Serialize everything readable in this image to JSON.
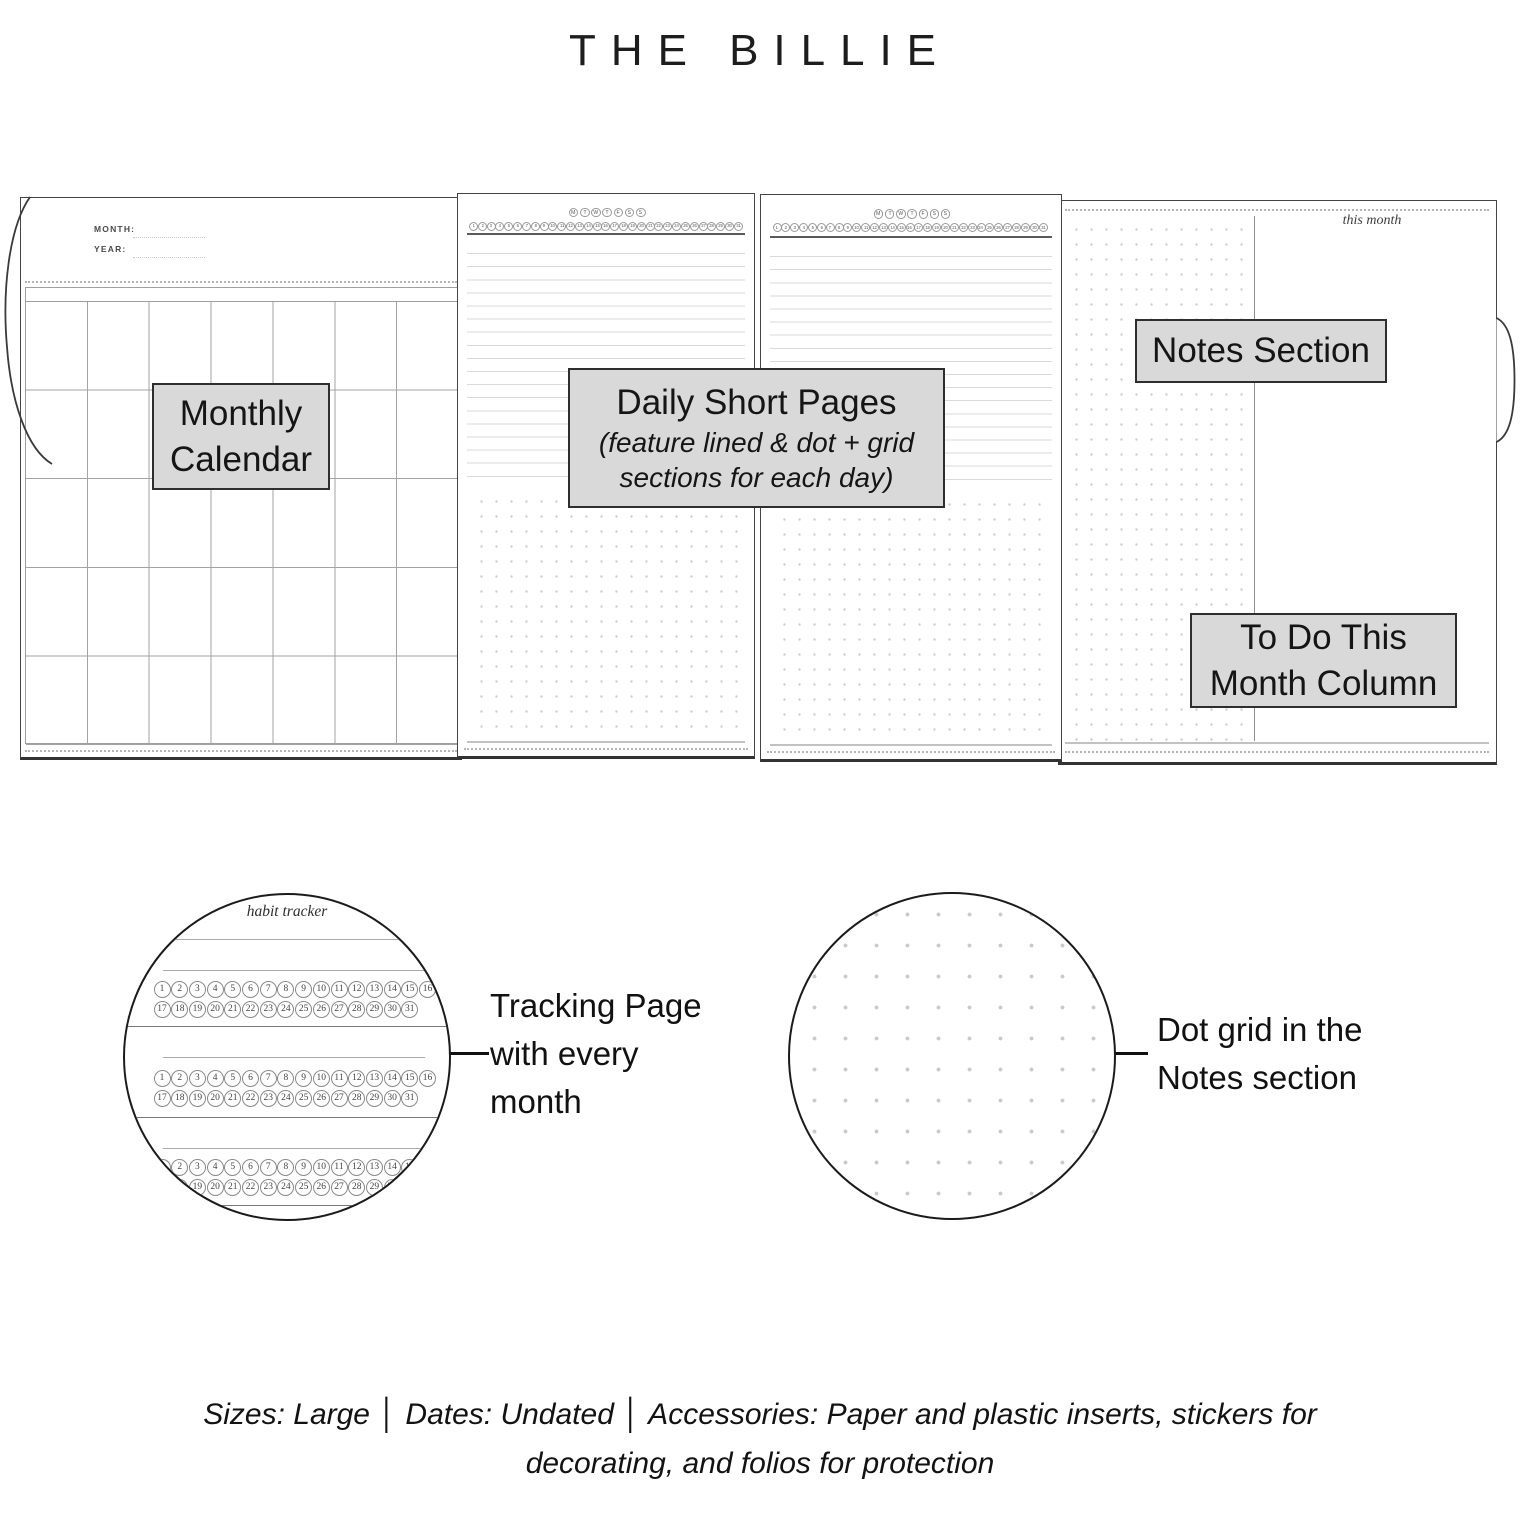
{
  "title": "THE BILLIE",
  "monthly_page": {
    "month_label": "MONTH:",
    "year_label": "YEAR:",
    "callout_lines": [
      "Monthly",
      "Calendar"
    ]
  },
  "daily_pages": {
    "day_letters": [
      "M",
      "T",
      "W",
      "T",
      "F",
      "S",
      "S"
    ],
    "day_numbers": [
      1,
      2,
      3,
      4,
      5,
      6,
      7,
      8,
      9,
      10,
      11,
      12,
      13,
      14,
      15,
      16,
      17,
      18,
      19,
      20,
      21,
      22,
      23,
      24,
      25,
      26,
      27,
      28,
      29,
      30,
      31
    ],
    "callout_title": "Daily Short Pages",
    "callout_sub_lines": [
      "(feature lined & dot + grid",
      "sections for each day)"
    ]
  },
  "notes_page": {
    "column_header": "this month",
    "notes_callout": "Notes Section",
    "todo_callout_lines": [
      "To Do This",
      "Month Column"
    ]
  },
  "tracker": {
    "page_title": "habit tracker",
    "row1": [
      1,
      2,
      3,
      4,
      5,
      6,
      7,
      8,
      9,
      10,
      11,
      12,
      13,
      14,
      15,
      16
    ],
    "row2": [
      17,
      18,
      19,
      20,
      21,
      22,
      23,
      24,
      25,
      26,
      27,
      28,
      29,
      30,
      31
    ],
    "callout_lines": [
      "Tracking Page",
      "with every",
      "month"
    ]
  },
  "dot_grid": {
    "callout_lines": [
      "Dot grid in the",
      "Notes section"
    ]
  },
  "footer_lines": [
    "Sizes: Large │ Dates: Undated │ Accessories: Paper and plastic inserts, stickers for",
    "decorating, and folios for protection"
  ],
  "colors": {
    "label_bg": "#d9d9d9",
    "label_border": "#2e2e2e",
    "page_border": "#454545",
    "dot_color": "#c9c9c9",
    "ink": "#141414"
  }
}
